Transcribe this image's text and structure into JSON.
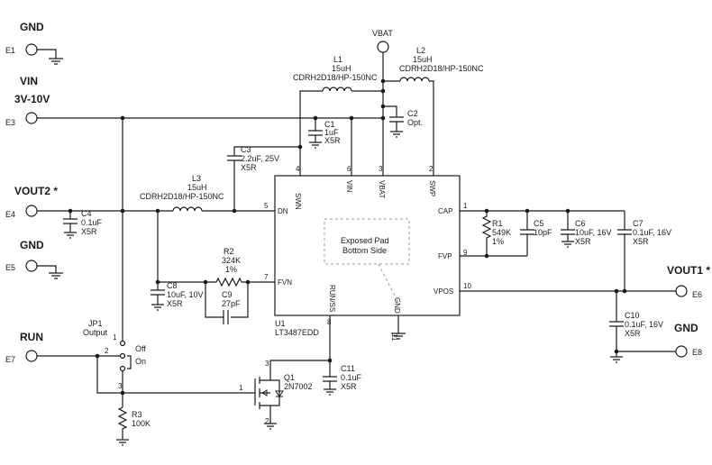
{
  "nets": {
    "gnd_top": "GND",
    "vin": "VIN",
    "vin_range": "3V-10V",
    "vout2": "VOUT2 *",
    "gnd_mid": "GND",
    "run": "RUN",
    "vbat": "VBAT",
    "vout1": "VOUT1 *",
    "gnd_right": "GND"
  },
  "terminals": {
    "e1": "E1",
    "e3": "E3",
    "e4": "E4",
    "e5": "E5",
    "e7": "E7",
    "e6": "E6",
    "e8": "E8"
  },
  "ic": {
    "ref": "U1",
    "part": "LT3487EDD",
    "pad_line1": "Exposed Pad",
    "pad_line2": "Bottom Side",
    "pins": {
      "swn": "SWN",
      "vin": "VIN",
      "vbat": "VBAT",
      "swp": "SWP",
      "dn": "DN",
      "fvn": "FVN",
      "run_ss": "RUN/SS",
      "gnd": "GND",
      "cap": "CAP",
      "fvp": "FVP",
      "vpos": "VPOS"
    },
    "pin_numbers": {
      "swn": "4",
      "vin": "6",
      "vbat": "3",
      "swp": "2",
      "dn": "5",
      "fvn": "7",
      "run_ss": "8",
      "gnd": "11",
      "cap": "1",
      "fvp": "9",
      "vpos": "10"
    }
  },
  "components": {
    "l1": {
      "ref": "L1",
      "value": "15uH",
      "part": "CDRH2D18/HP-150NC"
    },
    "l2": {
      "ref": "L2",
      "value": "15uH",
      "part": "CDRH2D18/HP-150NC"
    },
    "l3": {
      "ref": "L3",
      "value": "15uH",
      "part": "CDRH2D18/HP-150NC"
    },
    "c1": {
      "ref": "C1",
      "value": "1uF",
      "type": "X5R"
    },
    "c2": {
      "ref": "C2",
      "value": "Opt."
    },
    "c3": {
      "ref": "C3",
      "value": "2.2uF, 25V",
      "type": "X5R"
    },
    "c4": {
      "ref": "C4",
      "value": "0.1uF",
      "type": "X5R"
    },
    "c5": {
      "ref": "C5",
      "value": "10pF"
    },
    "c6": {
      "ref": "C6",
      "value": "10uF, 16V",
      "type": "X5R"
    },
    "c7": {
      "ref": "C7",
      "value": "0.1uF, 16V",
      "type": "X5R"
    },
    "c8": {
      "ref": "C8",
      "value": "10uF, 10V",
      "type": "X5R"
    },
    "c9": {
      "ref": "C9",
      "value": "27pF"
    },
    "c10": {
      "ref": "C10",
      "value": "0.1uF, 16V",
      "type": "X5R"
    },
    "c11": {
      "ref": "C11",
      "value": "0.1uF",
      "type": "X5R"
    },
    "r1": {
      "ref": "R1",
      "value": "549K",
      "tol": "1%"
    },
    "r2": {
      "ref": "R2",
      "value": "324K",
      "tol": "1%"
    },
    "r3": {
      "ref": "R3",
      "value": "100K"
    },
    "q1": {
      "ref": "Q1",
      "part": "2N7002",
      "pin_g": "1",
      "pin_d": "3",
      "pin_s": "2"
    },
    "jp1": {
      "ref": "JP1",
      "label": "Output",
      "off": "Off",
      "on": "On",
      "pin1": "1",
      "pin2": "2",
      "pin3": "3"
    }
  }
}
